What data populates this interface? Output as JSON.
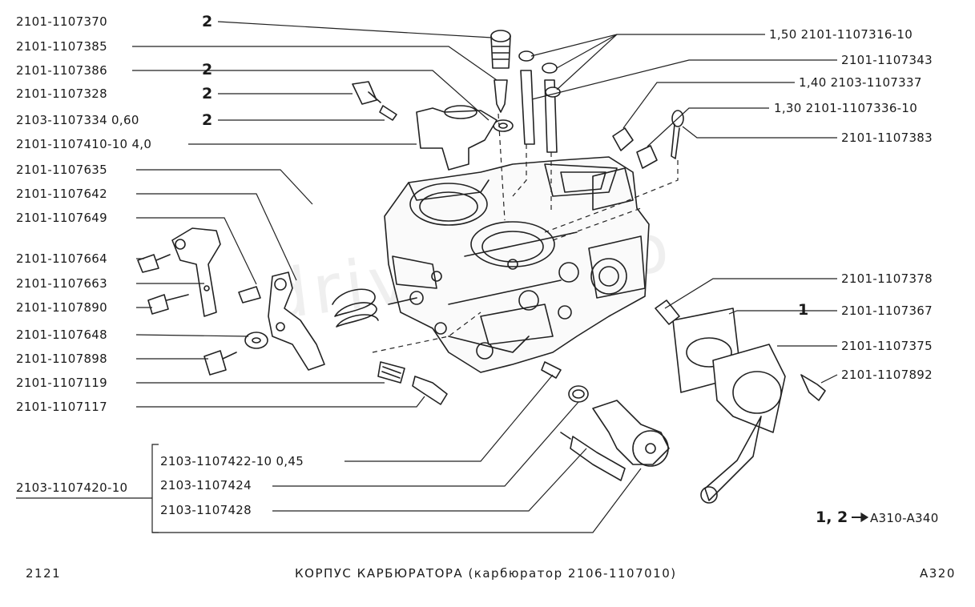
{
  "left_labels": [
    {
      "code": "2101-1107370",
      "qty": "2"
    },
    {
      "code": "2101-1107385",
      "qty": ""
    },
    {
      "code": "2101-1107386",
      "qty": "2"
    },
    {
      "code": "2101-1107328",
      "qty": "2"
    },
    {
      "code": "2103-1107334  0,60",
      "qty": "2"
    },
    {
      "code": "2101-1107410-10  4,0",
      "qty": ""
    },
    {
      "code": "2101-1107635",
      "qty": ""
    },
    {
      "code": "2101-1107642",
      "qty": ""
    },
    {
      "code": "2101-1107649",
      "qty": ""
    },
    {
      "code": "2101-1107664",
      "qty": ""
    },
    {
      "code": "2101-1107663",
      "qty": ""
    },
    {
      "code": "2101-1107890",
      "qty": ""
    },
    {
      "code": "2101-1107648",
      "qty": ""
    },
    {
      "code": "2101-1107898",
      "qty": ""
    },
    {
      "code": "2101-1107119",
      "qty": ""
    },
    {
      "code": "2101-1107117",
      "qty": ""
    }
  ],
  "right_labels": [
    {
      "code": "1,50  2101-1107316-10",
      "qty": ""
    },
    {
      "code": "2101-1107343",
      "qty": ""
    },
    {
      "code": "1,40  2103-1107337",
      "qty": ""
    },
    {
      "code": "1,30  2101-1107336-10",
      "qty": ""
    },
    {
      "code": "2101-1107383",
      "qty": ""
    },
    {
      "code": "2101-1107378",
      "qty": ""
    },
    {
      "code": "2101-1107367",
      "qty": "1"
    },
    {
      "code": "2101-1107375",
      "qty": ""
    },
    {
      "code": "2101-1107892",
      "qty": ""
    }
  ],
  "kit": {
    "code": "2103-1107420-10",
    "items": [
      "2103-1107422-10  0,45",
      "2103-1107424",
      "2103-1107428"
    ]
  },
  "note": {
    "qty": "1, 2",
    "ref": "A310-A340"
  },
  "footer": {
    "model": "2121",
    "title": "КОРПУС  КАРБЮРАТОРА (карбюратор 2106-1107010)",
    "page": "A320"
  },
  "watermark": "drive2avto"
}
